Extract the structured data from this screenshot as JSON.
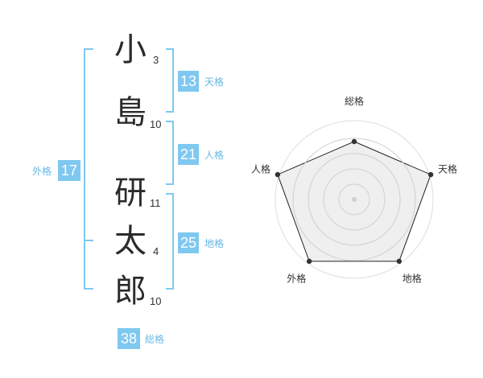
{
  "name": {
    "characters": [
      {
        "char": "小",
        "strokes": "3"
      },
      {
        "char": "島",
        "strokes": "10"
      },
      {
        "char": "研",
        "strokes": "11"
      },
      {
        "char": "太",
        "strokes": "4"
      },
      {
        "char": "郎",
        "strokes": "10"
      }
    ]
  },
  "fortune": {
    "tenkaku": {
      "value": "13",
      "label": "天格"
    },
    "jinkaku": {
      "value": "21",
      "label": "人格"
    },
    "chikaku": {
      "value": "25",
      "label": "地格"
    },
    "gaikaku": {
      "value": "17",
      "label": "外格"
    },
    "soukaku": {
      "value": "38",
      "label": "総格"
    }
  },
  "chart_data": {
    "type": "radar",
    "axes": [
      "総格",
      "天格",
      "地格",
      "外格",
      "人格"
    ],
    "values": [
      0.72,
      1.0,
      0.95,
      0.95,
      1.0
    ],
    "rings": 4
  },
  "colors": {
    "accent": "#7fc8f0",
    "label": "#67b8e3",
    "fill": "#efefef",
    "stroke": "#222222"
  }
}
